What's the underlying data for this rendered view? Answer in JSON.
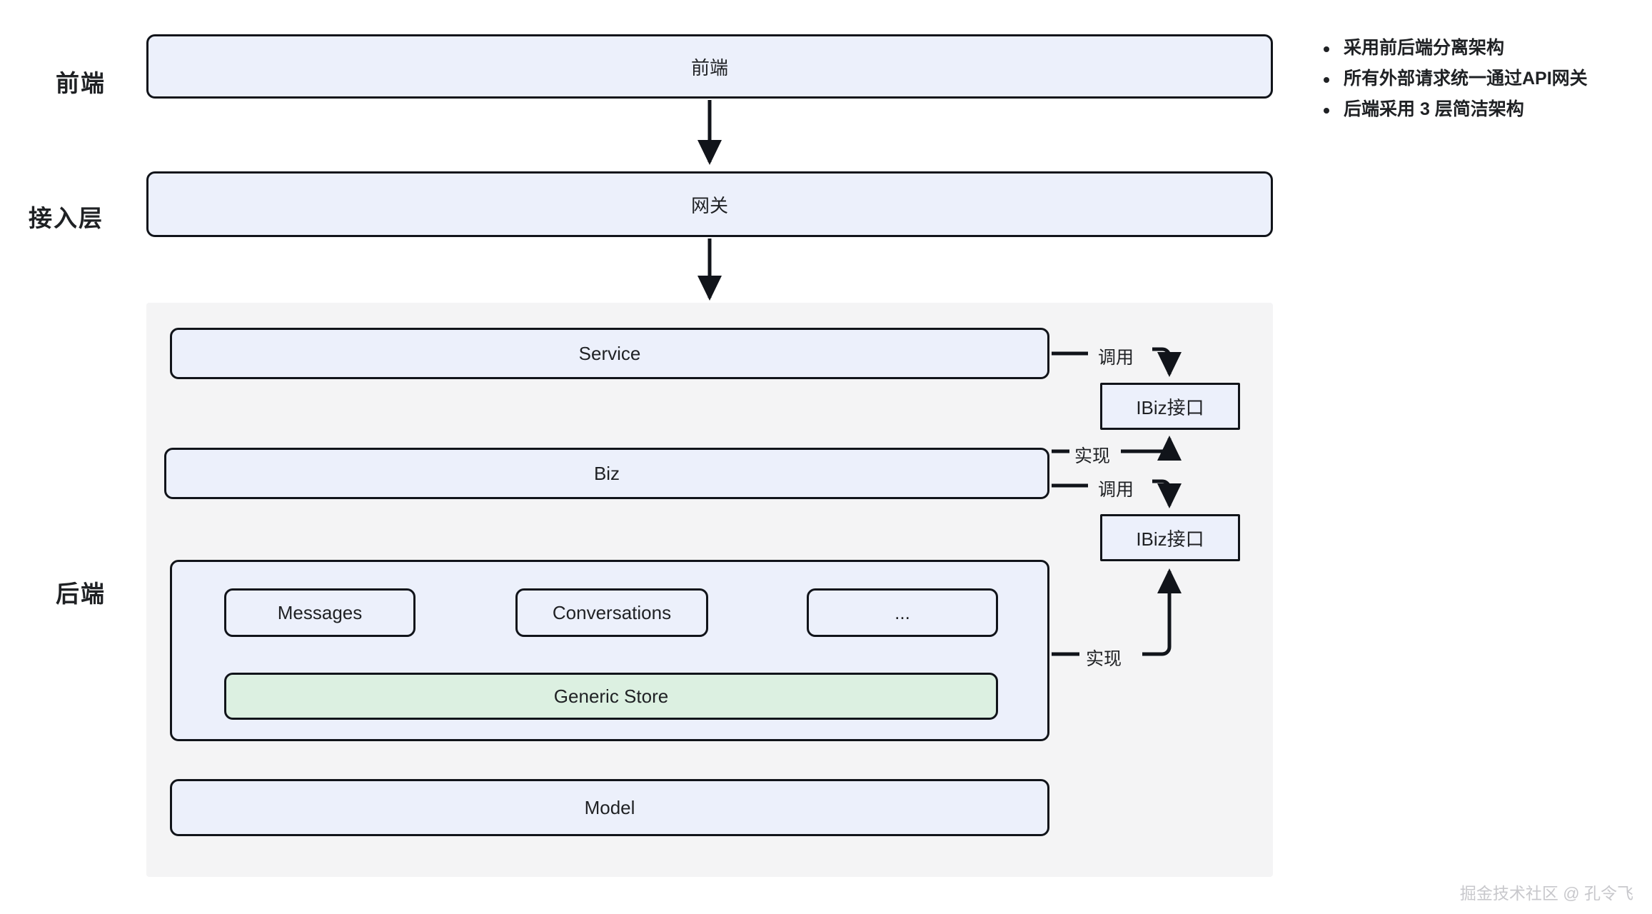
{
  "layers": {
    "frontend_label": "前端",
    "access_label": "接入层",
    "backend_label": "后端"
  },
  "nodes": {
    "frontend": "前端",
    "gateway": "网关",
    "service": "Service",
    "biz": "Biz",
    "model": "Model",
    "messages": "Messages",
    "conversations": "Conversations",
    "ellipsis": "...",
    "generic_store": "Generic Store",
    "ibiz_top": "IBiz接口",
    "ibiz_bottom": "IBiz接口"
  },
  "edges": {
    "service_to_ibiz_top": "调用",
    "biz_implements_ibiz_top": "实现",
    "biz_to_ibiz_bottom": "调用",
    "store_implements_ibiz_bottom": "实现"
  },
  "notes": [
    "采用前后端分离架构",
    "所有外部请求统一通过API网关",
    "后端采用 3 层简洁架构"
  ],
  "watermark": "掘金技术社区 @ 孔令飞",
  "colors": {
    "node_fill": "#ecf0fb",
    "node_stroke": "#11141a",
    "store_fill": "#dcf0e1",
    "container_fill": "#f4f4f5",
    "text": "#1f2124",
    "watermark": "#c8c8cc"
  }
}
